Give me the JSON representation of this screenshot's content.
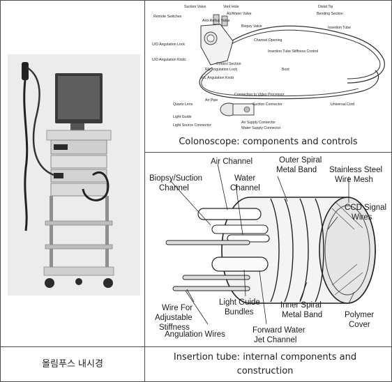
{
  "photo": {
    "caption": "올림푸스 내시경"
  },
  "diagram_top": {
    "caption": "Colonoscope: components and controls",
    "labels": {
      "suction_valve": "Suction Valve",
      "vent_hole": "Vent Hole",
      "distal_tip": "Distal Tip",
      "air_water_valve": "Air/Water Valve",
      "bending_section": "Bending Section",
      "remote_switches": "Remote Switches",
      "anti_reflux_valve": "Anti-Reflux Valve",
      "biopsy_valve": "Biopsy Valve",
      "insertion_tube": "Insertion Tube",
      "channel_opening": "Channel Opening",
      "ud_lock": "U/D Angulation Lock",
      "ud_knob": "U/D Angulation Knob",
      "stiffness_control": "Insertion Tube Stiffness Control",
      "control_section": "Control Section",
      "boot": "Boot",
      "rl_lock": "R/L Angulation Lock",
      "rl_knob": "R/L Angulation Knob",
      "connection_video": "Connection to Video Processor",
      "air_pipe": "Air Pipe",
      "universal_cord": "Universal Cord",
      "quartz_lens": "Quartz Lens",
      "suction_connector": "Suction Connector",
      "light_guide": "Light Guide",
      "light_source_connector": "Light Source Connector",
      "air_supply_connector": "Air Supply Connector",
      "water_supply_connector": "Water Supply Connector"
    }
  },
  "diagram_bottom": {
    "caption": "Insertion tube: internal components and construction",
    "labels": {
      "air_channel": "Air Channel",
      "outer_spiral_a": "Outer Spiral",
      "outer_spiral_b": "Metal Band",
      "stainless_a": "Stainless Steel",
      "stainless_b": "Wire Mesh",
      "biopsy_a": "Biopsy/Suction",
      "biopsy_b": "Channel",
      "water_a": "Water",
      "water_b": "Channel",
      "ccd_a": "CCD Signal",
      "ccd_b": "Wires",
      "wire_a": "Wire For",
      "wire_b": "Adjustable",
      "wire_c": "Stiffness",
      "light_a": "Light Guide",
      "light_b": "Bundles",
      "inner_a": "Inner Spiral",
      "inner_b": "Metal Band",
      "polymer_a": "Polymer",
      "polymer_b": "Cover",
      "angulation": "Angulation Wires",
      "forward_a": "Forward Water",
      "forward_b": "Jet Channel"
    }
  }
}
